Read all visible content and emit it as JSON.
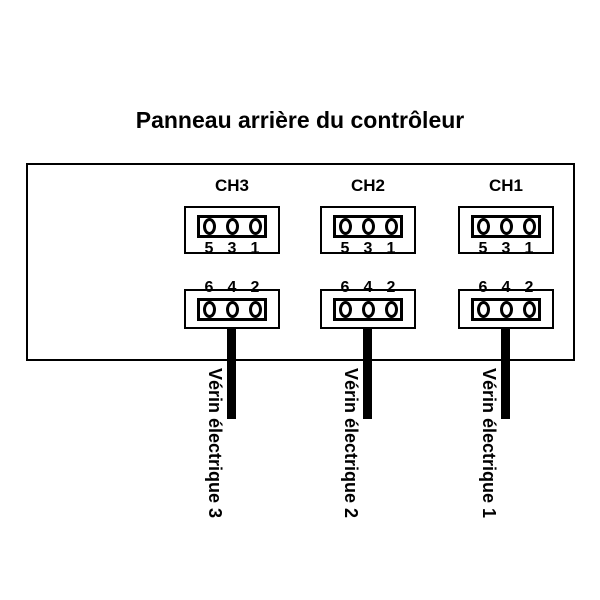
{
  "title": "Panneau arrière du contrôleur",
  "colors": {
    "foreground": "#000000",
    "background": "#ffffff"
  },
  "panel": {
    "channels": [
      {
        "label": "CH3",
        "top_pins": [
          "5",
          "3",
          "1"
        ],
        "bottom_pins": [
          "6",
          "4",
          "2"
        ],
        "cable_label": "Vérin électrique 3"
      },
      {
        "label": "CH2",
        "top_pins": [
          "5",
          "3",
          "1"
        ],
        "bottom_pins": [
          "6",
          "4",
          "2"
        ],
        "cable_label": "Vérin électrique 2"
      },
      {
        "label": "CH1",
        "top_pins": [
          "5",
          "3",
          "1"
        ],
        "bottom_pins": [
          "6",
          "4",
          "2"
        ],
        "cable_label": "Vérin électrique 1"
      }
    ]
  }
}
